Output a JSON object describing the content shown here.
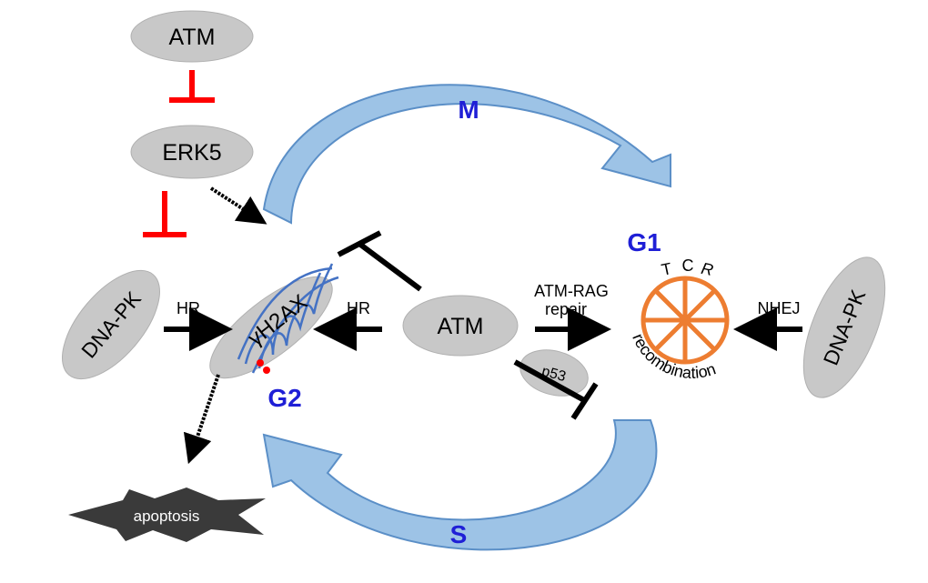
{
  "colors": {
    "node_fill": "#c8c8c8",
    "node_stroke": "#b0b0b0",
    "phase_arrow_fill": "#9dc3e6",
    "phase_arrow_stroke": "#5b8fc7",
    "phase_label": "#1f1fd6",
    "inhibit_red": "#ff0000",
    "tcr_wheel": "#ed7d31",
    "dna_helix": "#4472c4",
    "apoptosis_fill": "#3a3a3a"
  },
  "nodes": {
    "atm_top": "ATM",
    "erk5": "ERK5",
    "dna_pk_left": "DNA-PK",
    "gamma_h2ax": "γH2AX",
    "atm_center": "ATM",
    "p53": "p53",
    "dna_pk_right": "DNA-PK",
    "apoptosis": "apoptosis"
  },
  "phases": {
    "m": "M",
    "g1": "G1",
    "g2": "G2",
    "s": "S"
  },
  "edge_labels": {
    "hr_left": "HR",
    "hr_center": "HR",
    "atm_rag_line1": "ATM-RAG",
    "atm_rag_line2": "repair",
    "nhej": "NHEJ"
  },
  "tcr": {
    "t": "T",
    "c": "C",
    "r": "R",
    "recombination": "recombination"
  }
}
